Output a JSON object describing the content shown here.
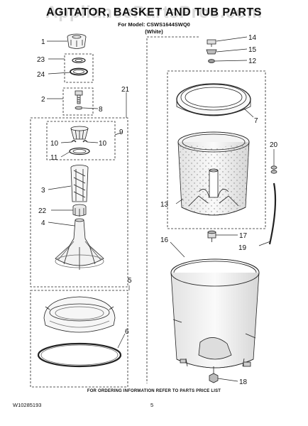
{
  "header": {
    "watermark": "AppliancePartsPros.com",
    "title": "AGITATOR, BASKET AND TUB PARTS",
    "model_line": "For Model: CSWS1644SWQ0",
    "color_line": "(White)"
  },
  "callouts": {
    "c1": "1",
    "c2": "2",
    "c3": "3",
    "c4": "4",
    "c5": "5",
    "c6": "6",
    "c7": "7",
    "c8": "8",
    "c9": "9",
    "c10a": "10",
    "c10b": "10",
    "c11": "11",
    "c12": "12",
    "c13": "13",
    "c14": "14",
    "c15": "15",
    "c16": "16",
    "c17": "17",
    "c18": "18",
    "c19": "19",
    "c20": "20",
    "c21": "21",
    "c22": "22",
    "c23": "23",
    "c24": "24"
  },
  "footer": {
    "note": "FOR ORDERING INFORMATION REFER TO PARTS PRICE LIST",
    "doc_number": "W10285193",
    "page_number": "5"
  },
  "colors": {
    "line": "#222222",
    "watermark": "#9a9a9a"
  }
}
